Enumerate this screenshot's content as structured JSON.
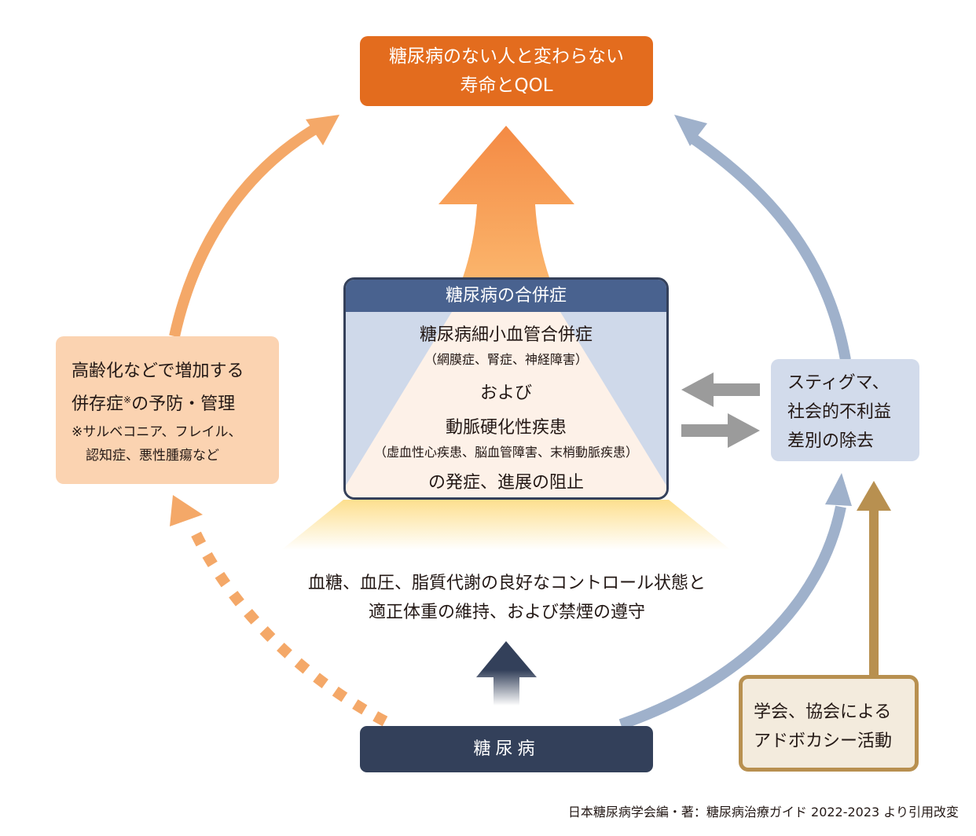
{
  "goal": {
    "line1": "糖尿病のない人と変わらない",
    "line2": "寿命とQOL"
  },
  "complications": {
    "header": "糖尿病の合併症",
    "micro_title": "糖尿病細小血管合併症",
    "micro_detail": "（網膜症、腎症、神経障害）",
    "and": "および",
    "macro_title": "動脈硬化性疾患",
    "macro_detail": "（虚血性心疾患、脳血管障害、末梢動脈疾患）",
    "outcome": "の発症、進展の阻止"
  },
  "comorbidity_box": {
    "line1": "高齢化などで増加する",
    "line2_pre": "併存症",
    "line2_mark": "※",
    "line2_post": "の予防・管理",
    "note1": "※サルベコニア、フレイル、",
    "note2": "認知症、悪性腫瘍など"
  },
  "stigma_box": {
    "line1": "スティグマ、",
    "line2": "社会的不利益",
    "line3": "差別の除去"
  },
  "advocacy_box": {
    "line1": "学会、協会による",
    "line2": "アドボカシー活動"
  },
  "control_text": {
    "line1": "血糖、血圧、脂質代謝の良好なコントロール状態と",
    "line2": "適正体重の維持、および禁煙の遵守"
  },
  "diabetes_box": {
    "label": "糖尿病"
  },
  "source": "日本糖尿病学会編・著：糖尿病治療ガイド 2022-2023 より引用改変",
  "colors": {
    "goal_orange": "#e36c1e",
    "arrow_orange": "#f4a868",
    "arrow_blue": "#9fb1cb",
    "arrow_gold": "#b89050",
    "navy": "#33405a",
    "header_blue": "#49628f",
    "gray_arrow": "#9b9b9b"
  }
}
